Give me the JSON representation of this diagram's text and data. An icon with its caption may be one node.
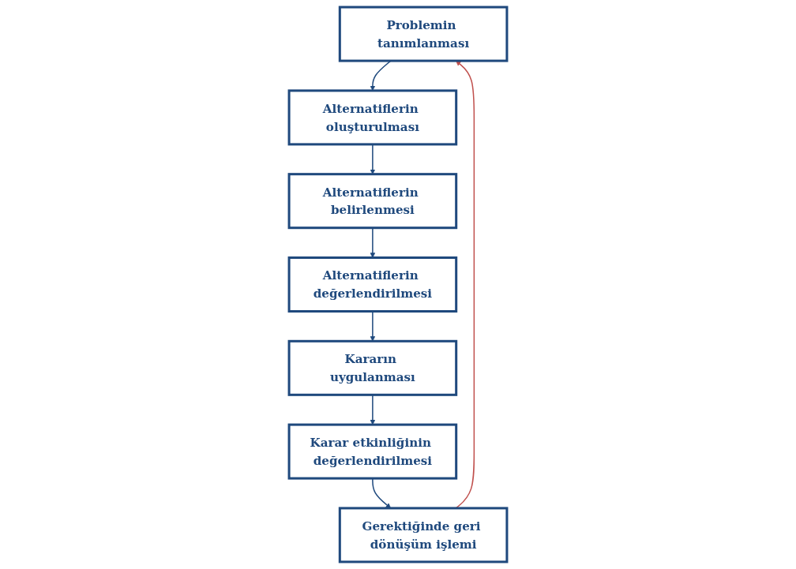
{
  "diagram": {
    "nodes": [
      {
        "text": [
          "Problemin tanımlanması"
        ]
      },
      {
        "text": [
          "Alternatiflerin oluşturulması"
        ]
      },
      {
        "text": [
          "Alternatiflerin belirlenmesi"
        ]
      },
      {
        "text": [
          "Alternatiflerin değerlendirilmesi"
        ]
      },
      {
        "text": [
          "Kararın uygulanması"
        ]
      },
      {
        "text": [
          "Karar etkinliğinin değerlendirilmesi"
        ]
      },
      {
        "text": [
          "Gerektiğinde geri dönüşüm işlemi"
        ]
      }
    ],
    "edges": [
      {
        "from": 0,
        "to": 1,
        "arrow": "to"
      },
      {
        "from": 1,
        "to": 2,
        "arrow": "to"
      },
      {
        "from": 2,
        "to": 3,
        "arrow": "to"
      },
      {
        "from": 3,
        "to": 4,
        "arrow": "to"
      },
      {
        "from": 4,
        "to": 5,
        "arrow": "to"
      },
      {
        "from": 5,
        "to": 6,
        "arrow": "to"
      },
      {
        "from": 6,
        "to": 0,
        "arrow": "to",
        "color": "#c0504d"
      }
    ]
  }
}
